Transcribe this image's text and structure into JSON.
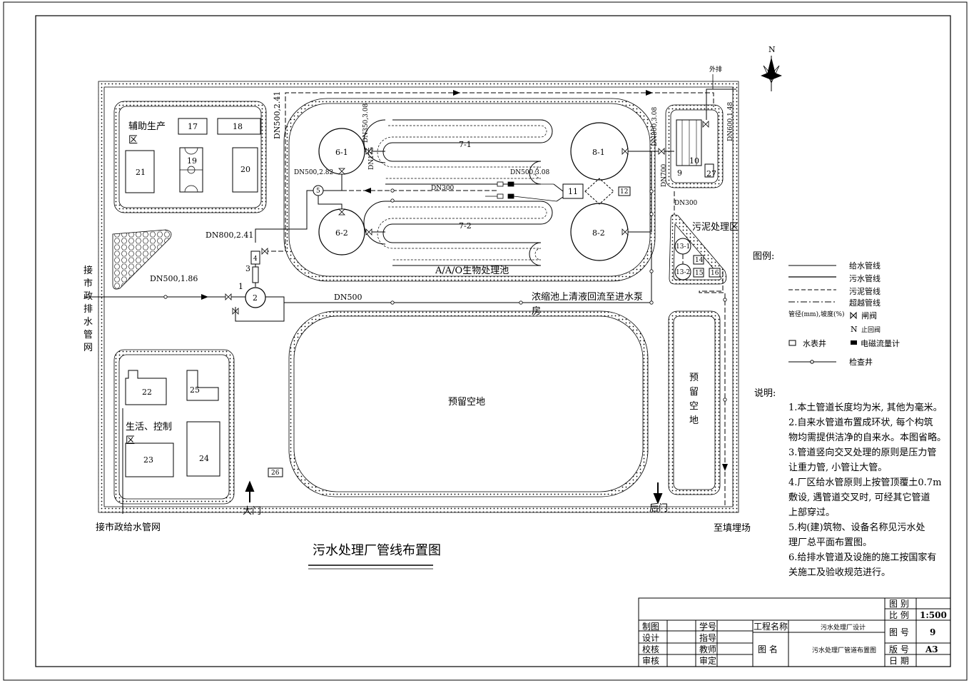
{
  "title": "污水处理厂管线布置图",
  "north": "N",
  "zones": {
    "aux": "辅助生产",
    "aux2": "区",
    "life": "生活、控制",
    "life2": "区",
    "sludge": "污泥处理区",
    "reserve_center": "预留空地",
    "reserve_right": [
      "预",
      "留",
      "空",
      "地"
    ],
    "aao": "A/A/O生物处理池"
  },
  "units": {
    "u17": "17",
    "u18": "18",
    "u19": "19",
    "u20": "20",
    "u21": "21",
    "u22": "22",
    "u23": "23",
    "u24": "24",
    "u25": "25",
    "u26": "26",
    "u1": "1",
    "u2": "2",
    "u3": "3",
    "u4": "4",
    "u5": "5",
    "u6_1": "6-1",
    "u6_2": "6-2",
    "u7_1": "7-1",
    "u7_2": "7-2",
    "u8_1": "8-1",
    "u8_2": "8-2",
    "u9": "9",
    "u10": "10",
    "u11": "11",
    "u12": "12",
    "u13_1": "13-1",
    "u13_2": "13-2",
    "u14": "14",
    "u15": "15",
    "u16": "16",
    "u27": "27"
  },
  "pipe_labels": {
    "dn500_241": "DN500,2.41",
    "dn800_241": "DN800,2.41",
    "dn500_186": "DN500,1.86",
    "dn500_282": "DN500,2.82",
    "dn350_308": "DN350,3.08",
    "dn175": "DN175",
    "dn300": "DN300",
    "dn500_308": "DN500,3.08",
    "dn800_308": "DN800,3.08",
    "dn600_148": "DN600,1.48",
    "dn700": "DN700",
    "dn300_b": "DN300",
    "dn500": "DN500",
    "outlet": "外排",
    "return": "浓缩池上清液回流至进水泵",
    "return2": "房"
  },
  "edges": {
    "sewer_network": [
      "接",
      "市",
      "政",
      "排",
      "水",
      "管",
      "网"
    ],
    "water_network": "接市政给水管网",
    "main_gate": "大门",
    "rear_gate": "后门",
    "landfill": "至填埋场"
  },
  "legend": {
    "heading": "图例:",
    "items": [
      "给水管线",
      "污水管线",
      "污泥管线",
      "超越管线"
    ],
    "pipe_note": "管径(mm),坡度(%)",
    "valve": "闸阀",
    "check_valve": "止回阀",
    "meter_well": "水表井",
    "flowmeter": "电磁流量计",
    "inspection": "检查井"
  },
  "notes": {
    "heading": "说明:",
    "lines": [
      "1.本土管道长度均为米, 其他为毫米。",
      "2.自来水管道布置成环状, 每个构筑",
      "物均需提供洁净的自来水。本图省略。",
      "3.管道竖向交叉处理的原则是压力管",
      "让重力管, 小管让大管。",
      "4.厂区给水管原则上按管顶覆土0.7m",
      "敷设, 遇管道交叉时, 可经其它管道",
      "上部穿过。",
      "5.构(建)筑物、设备名称见污水处",
      "理厂总平面布置图。",
      "6.给排水管道及设施的施工按国家有",
      "关施工及验收规范进行。"
    ]
  },
  "title_block": {
    "drawn": "制图",
    "design": "设计",
    "check": "校核",
    "review": "审核",
    "student_no": "学号",
    "guide": "指导",
    "teacher": "教师",
    "approve": "审定",
    "project_label": "工程名称",
    "project_value": "污水处理厂设计",
    "drawing_label": "图 名",
    "drawing_value": "污水处理厂管道布置图",
    "category_label": "图 别",
    "scale_label": "比 例",
    "scale_value": "1:500",
    "number_label": "图 号",
    "number_value": "9",
    "size_label": "版 号",
    "size_value": "A3",
    "date_label": "日 期"
  }
}
